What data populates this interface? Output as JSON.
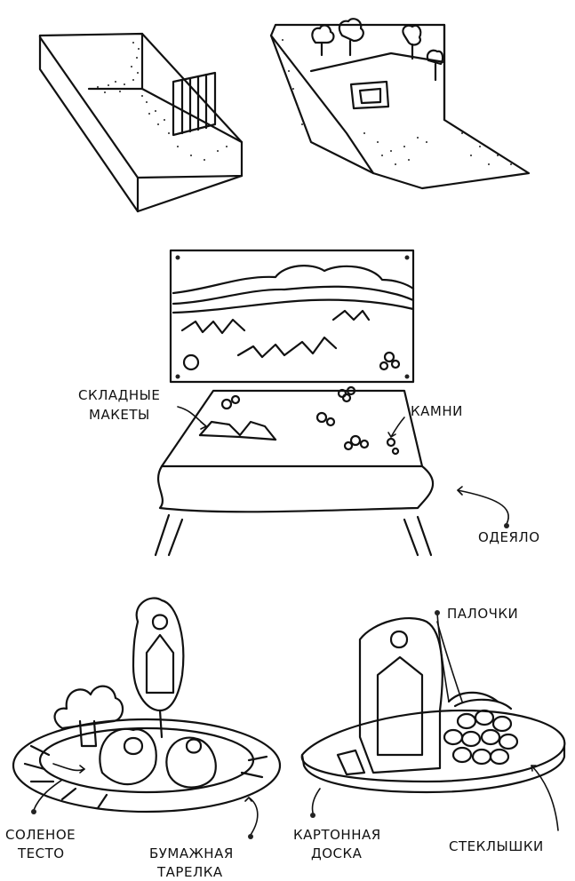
{
  "labels": {
    "folding_models": [
      "СКЛАДНЫЕ",
      "МАКЕТЫ"
    ],
    "stones": "КАМНИ",
    "blanket": "ОДЕЯЛО",
    "sticks": "ПАЛОЧКИ",
    "salt_dough": [
      "СОЛЕНОЕ",
      "ТЕСТО"
    ],
    "paper_plate": [
      "БУМАЖНАЯ",
      "ТАРЕЛКА"
    ],
    "cardboard": [
      "КАРТОННАЯ",
      "ДОСКА"
    ],
    "glass_pieces": "СТЕКЛЫШКИ"
  },
  "colors": {
    "ink": "#111111",
    "background": "#ffffff"
  }
}
